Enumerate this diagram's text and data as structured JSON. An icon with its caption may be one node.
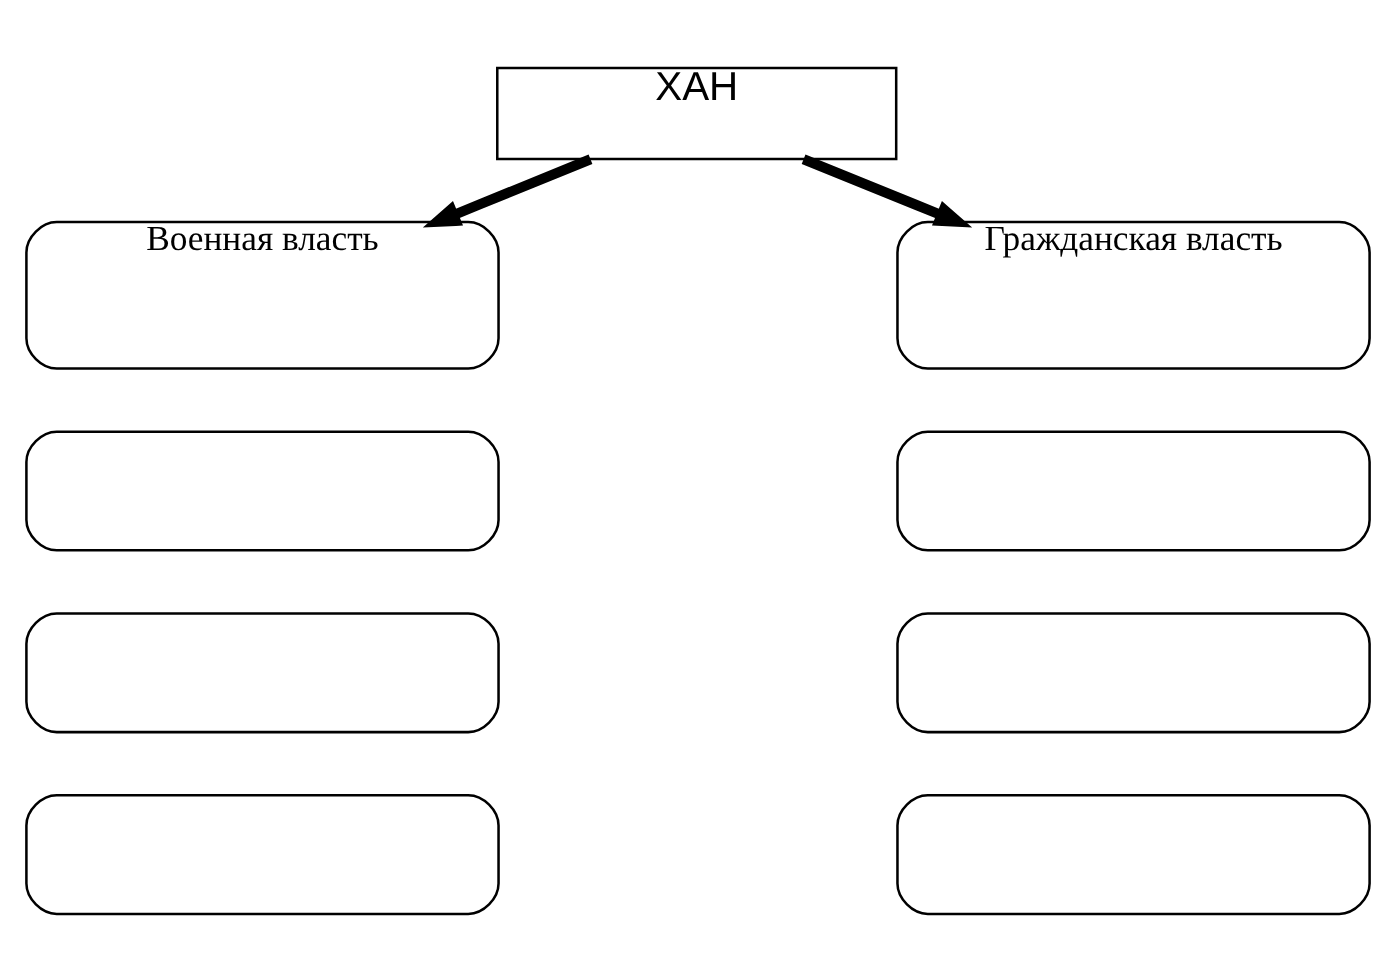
{
  "diagram": {
    "nodes": [
      {
        "text": [
          "ХАН"
        ]
      },
      {
        "text": [
          "Военная власть"
        ]
      },
      {
        "text": [
          "Гражданская власть"
        ]
      },
      {
        "text": [],
        "shape": "box"
      },
      {
        "text": [],
        "shape": "box"
      },
      {
        "text": [],
        "shape": "box"
      },
      {
        "text": [],
        "shape": "box"
      },
      {
        "text": [],
        "shape": "box"
      },
      {
        "text": [],
        "shape": "box"
      }
    ],
    "edges": [
      {
        "from": 0,
        "to": 1,
        "arrow": "to"
      },
      {
        "from": 0,
        "to": 2,
        "arrow": "to"
      }
    ]
  }
}
